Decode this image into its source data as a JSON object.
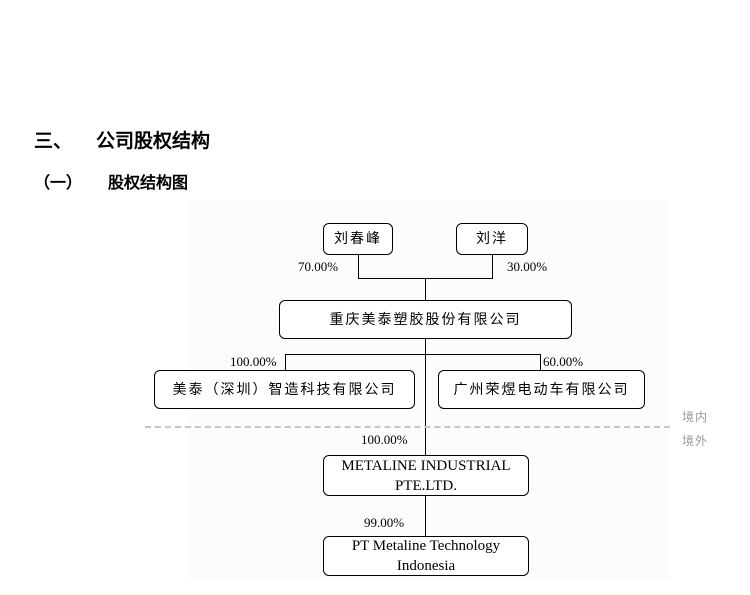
{
  "section": {
    "number": "三、",
    "title": "公司股权结构"
  },
  "subsection": {
    "number": "（一）",
    "title": "股权结构图"
  },
  "diagram": {
    "shareholders": [
      {
        "name": "刘春峰",
        "share": "70.00%"
      },
      {
        "name": "刘洋",
        "share": "30.00%"
      }
    ],
    "parent": {
      "name": "重庆美泰塑胶股份有限公司"
    },
    "subsidiaries": [
      {
        "name": "美泰（深圳）智造科技有限公司",
        "share": "100.00%"
      },
      {
        "name": "广州荣煜电动车有限公司",
        "share": "60.00%"
      }
    ],
    "domestic_label": "境内",
    "overseas_label": "境外",
    "overseas_sub": {
      "line1": "METALINE INDUSTRIAL",
      "line2": "PTE.LTD.",
      "share": "100.00%"
    },
    "overseas_sub2": {
      "line1": "PT Metaline Technology",
      "line2": "Indonesia",
      "share": "99.00%"
    }
  }
}
